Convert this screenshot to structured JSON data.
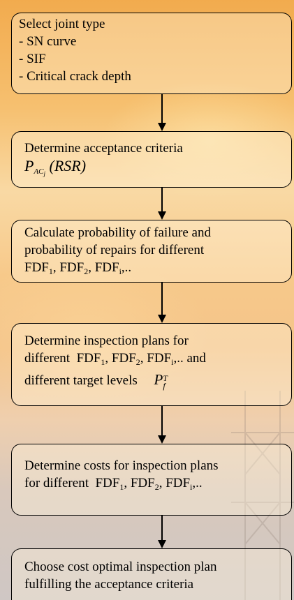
{
  "steps": [
    {
      "title": "Select joint type",
      "items": [
        "- SN curve",
        "- SIF",
        "- Critical crack depth"
      ]
    },
    {
      "line1": "Determine acceptance criteria",
      "formula": {
        "symbol": "P",
        "subscript": "AC",
        "subsubscript": "j",
        "argument": "(RSR)"
      }
    },
    {
      "line1": "Calculate probability of failure and",
      "line2": "probability of repairs for different",
      "fdf": {
        "base": "FDF",
        "sub1": "1",
        "sub2": "2",
        "subi": "i",
        "sep": ", ",
        "tail": ",.."
      }
    },
    {
      "line1": "Determine inspection plans for",
      "line2_prefix": "different",
      "line2_suffix": ",.. and",
      "line3": "different target levels",
      "target": {
        "symbol": "P",
        "subscript": "f",
        "superscript": "T"
      }
    },
    {
      "line1": "Determine costs for inspection plans",
      "line2_prefix": "for  different",
      "line2_suffix": ",.."
    },
    {
      "line1": "Choose cost optimal inspection plan",
      "line2": "fulfilling the acceptance criteria"
    }
  ]
}
